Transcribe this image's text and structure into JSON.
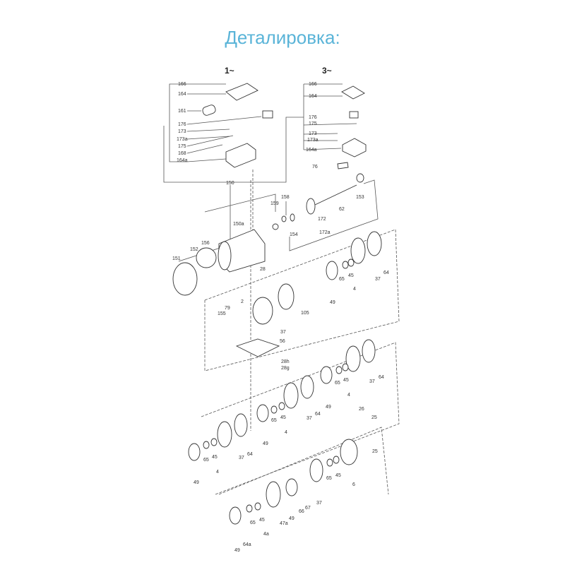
{
  "title": "Деталировка:",
  "diagram": {
    "variant_headers": [
      "1~",
      "3~"
    ],
    "part_labels": [
      "166",
      "164",
      "161",
      "176",
      "173",
      "173a",
      "175",
      "168",
      "164a",
      "166",
      "164",
      "176",
      "175",
      "173",
      "173a",
      "164a",
      "76",
      "150",
      "159",
      "158",
      "153",
      "62",
      "172",
      "172a",
      "154",
      "150a",
      "156",
      "152",
      "151",
      "28",
      "49",
      "65",
      "45",
      "4",
      "37",
      "64",
      "105",
      "2",
      "79",
      "155",
      "37",
      "56",
      "28h",
      "28g",
      "65",
      "45",
      "4",
      "49",
      "37",
      "64",
      "65",
      "45",
      "4",
      "49",
      "37",
      "64",
      "65",
      "45",
      "4",
      "49",
      "37",
      "64",
      "26",
      "25",
      "25",
      "6",
      "65",
      "45",
      "37",
      "66",
      "67",
      "49",
      "47a",
      "4a",
      "65",
      "45",
      "64a",
      "49"
    ]
  }
}
